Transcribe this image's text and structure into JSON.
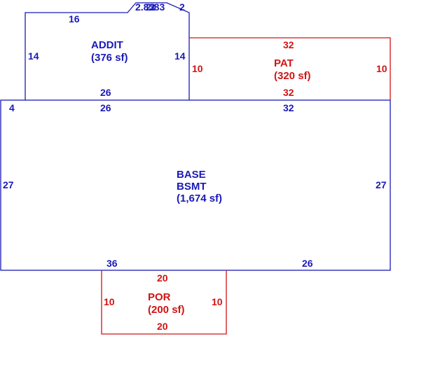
{
  "colors": {
    "blue": "#1a1ab8",
    "red": "#d01414",
    "background": "#ffffff"
  },
  "areas": {
    "addit": {
      "name": "ADDIT",
      "size": "(376 sf)",
      "color": "blue"
    },
    "pat": {
      "name": "PAT",
      "size": "(320 sf)",
      "color": "red"
    },
    "base": {
      "name": "BASE",
      "subname": "BSMT",
      "size": "(1,674 sf)",
      "color": "blue"
    },
    "por": {
      "name": "POR",
      "size": "(200 sf)",
      "color": "red"
    }
  },
  "dimensions": {
    "addit_top": "16",
    "addit_bay_a": "2.83",
    "addit_bay_b": "2.83",
    "addit_bay_c": "2",
    "addit_bay_d": "2",
    "addit_left": "14",
    "addit_right": "14",
    "addit_bottom": "26",
    "pat_top": "32",
    "pat_left": "10",
    "pat_right": "10",
    "pat_bottom": "32",
    "base_corner": "4",
    "base_top_left": "26",
    "base_top_right": "32",
    "base_left": "27",
    "base_right": "27",
    "base_bottom_left": "36",
    "base_bottom_right": "26",
    "por_top": "20",
    "por_left": "10",
    "por_right": "10",
    "por_bottom": "20"
  }
}
